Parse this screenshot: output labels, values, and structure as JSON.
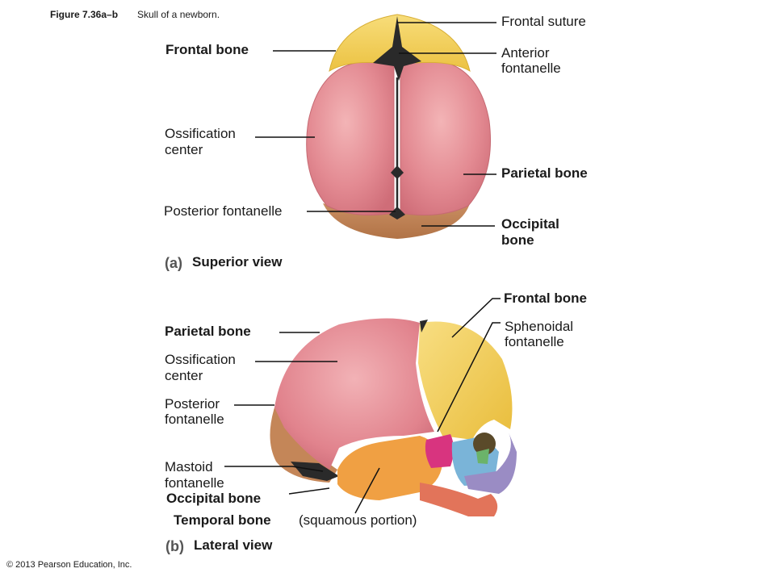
{
  "figure": {
    "title": "Figure 7.36a–b",
    "caption": "Skull of a newborn.",
    "copyright": "© 2013 Pearson Education, Inc."
  },
  "panel_a": {
    "letter": "(a)",
    "view": "Superior view",
    "labels": {
      "frontal_suture": "Frontal suture",
      "frontal_bone": "Frontal bone",
      "anterior_fontanelle_1": "Anterior",
      "anterior_fontanelle_2": "fontanelle",
      "ossification_center_1": "Ossification",
      "ossification_center_2": "center",
      "parietal_bone": "Parietal bone",
      "posterior_fontanelle": "Posterior fontanelle",
      "occipital_bone_1": "Occipital",
      "occipital_bone_2": "bone"
    }
  },
  "panel_b": {
    "letter": "(b)",
    "view": "Lateral view",
    "labels": {
      "frontal_bone": "Frontal bone",
      "sphenoidal_fontanelle_1": "Sphenoidal",
      "sphenoidal_fontanelle_2": "fontanelle",
      "parietal_bone": "Parietal bone",
      "ossification_center_1": "Ossification",
      "ossification_center_2": "center",
      "posterior_fontanelle_1": "Posterior",
      "posterior_fontanelle_2": "fontanelle",
      "mastoid_fontanelle_1": "Mastoid",
      "mastoid_fontanelle_2": "fontanelle",
      "occipital_bone": "Occipital bone",
      "temporal_bone": "Temporal bone",
      "temporal_bone_note": "(squamous portion)"
    }
  },
  "colors": {
    "frontal": "#f2cf55",
    "parietal": "#e4878f",
    "occipital": "#c88858",
    "temporal": "#f0a043",
    "fontanelle": "#2a2a2a",
    "sphenoid_pink": "#d8347f",
    "maxilla_blue": "#7ab4d8",
    "zygomatic_purple": "#9a8cc4",
    "nasal_green": "#6bb36a",
    "mandible": "#e2745a",
    "leader_line": "#111111"
  }
}
